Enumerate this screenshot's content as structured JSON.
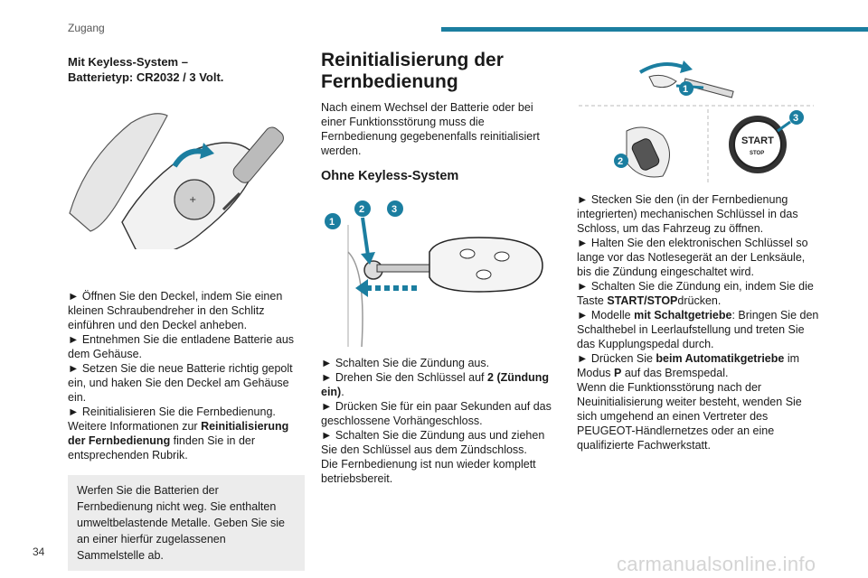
{
  "header": {
    "section": "Zugang"
  },
  "left": {
    "heading": "Mit Keyless-System – Batterietyp: CR2032 / 3 Volt.",
    "steps": [
      "► Öffnen Sie den Deckel, indem Sie einen kleinen Schraubendreher in den Schlitz einführen und den Deckel anheben.",
      "► Entnehmen Sie die entladene Batterie aus dem Gehäuse.",
      "► Setzen Sie die neue Batterie richtig gepolt ein, und haken Sie den Deckel am Gehäuse ein.",
      "► Reinitialisieren Sie die Fernbedienung."
    ],
    "info_pre": "Weitere Informationen zur ",
    "info_bold": "Reinitialisierung der Fernbedienung",
    "info_post": " finden Sie in der entsprechenden Rubrik.",
    "note": "Werfen Sie die Batterien der Fernbedienung nicht weg. Sie enthalten umweltbelastende Metalle. Geben Sie sie an einer hierfür zugelassenen Sammelstelle ab."
  },
  "middle": {
    "title": "Reinitialisierung der Fernbedienung",
    "intro": "Nach einem Wechsel der Batterie oder bei einer Funktionsstörung muss die Fernbedienung gegebenenfalls reinitialisiert werden.",
    "subtitle": "Ohne Keyless-System",
    "step1": "► Schalten Sie die Zündung aus.",
    "step2_pre": "► Drehen Sie den Schlüssel auf ",
    "step2_bold": "2 (Zündung ein)",
    "step2_post": ".",
    "step3": "► Drücken Sie für ein paar Sekunden auf das geschlossene Vorhängeschloss.",
    "step4": "► Schalten Sie die Zündung aus und ziehen Sie den Schlüssel aus dem Zündschloss.",
    "final": "Die Fernbedienung ist nun wieder komplett betriebsbereit.",
    "fig_labels": [
      "1",
      "2",
      "3"
    ]
  },
  "right": {
    "fig_labels": [
      "1",
      "2",
      "3"
    ],
    "start_label": "START",
    "stop_label": "STOP",
    "step1": "► Stecken Sie den (in der Fernbedienung integrierten) mechanischen Schlüssel in das Schloss, um das Fahrzeug zu öffnen.",
    "step2": "► Halten Sie den elektronischen Schlüssel so lange vor das Notlesegerät an der Lenksäule, bis die Zündung eingeschaltet wird.",
    "step3_pre": "► Schalten Sie die Zündung ein, indem Sie die Taste ",
    "step3_bold": "START/STOP",
    "step3_post": "drücken.",
    "step4_pre": "► Modelle ",
    "step4_bold": "mit Schaltgetriebe",
    "step4_post": ": Bringen Sie den Schalthebel in Leerlaufstellung und treten Sie das Kupplungspedal durch.",
    "step5_pre": "► Drücken Sie ",
    "step5_bold": "beim Automatikgetriebe",
    "step5_mid": " im Modus ",
    "step5_bold2": "P",
    "step5_post": " auf das Bremspedal.",
    "final": "Wenn die Funktionsstörung nach der Neuinitialisierung weiter besteht, wenden Sie sich umgehend an einen Vertreter des PEUGEOT-Händlernetzes oder an eine qualifizierte Fachwerkstatt."
  },
  "footer": {
    "page_number": "34",
    "watermark": "carmanualsonline.info"
  },
  "colors": {
    "accent": "#1b7ea0",
    "note_bg": "#ececec"
  }
}
